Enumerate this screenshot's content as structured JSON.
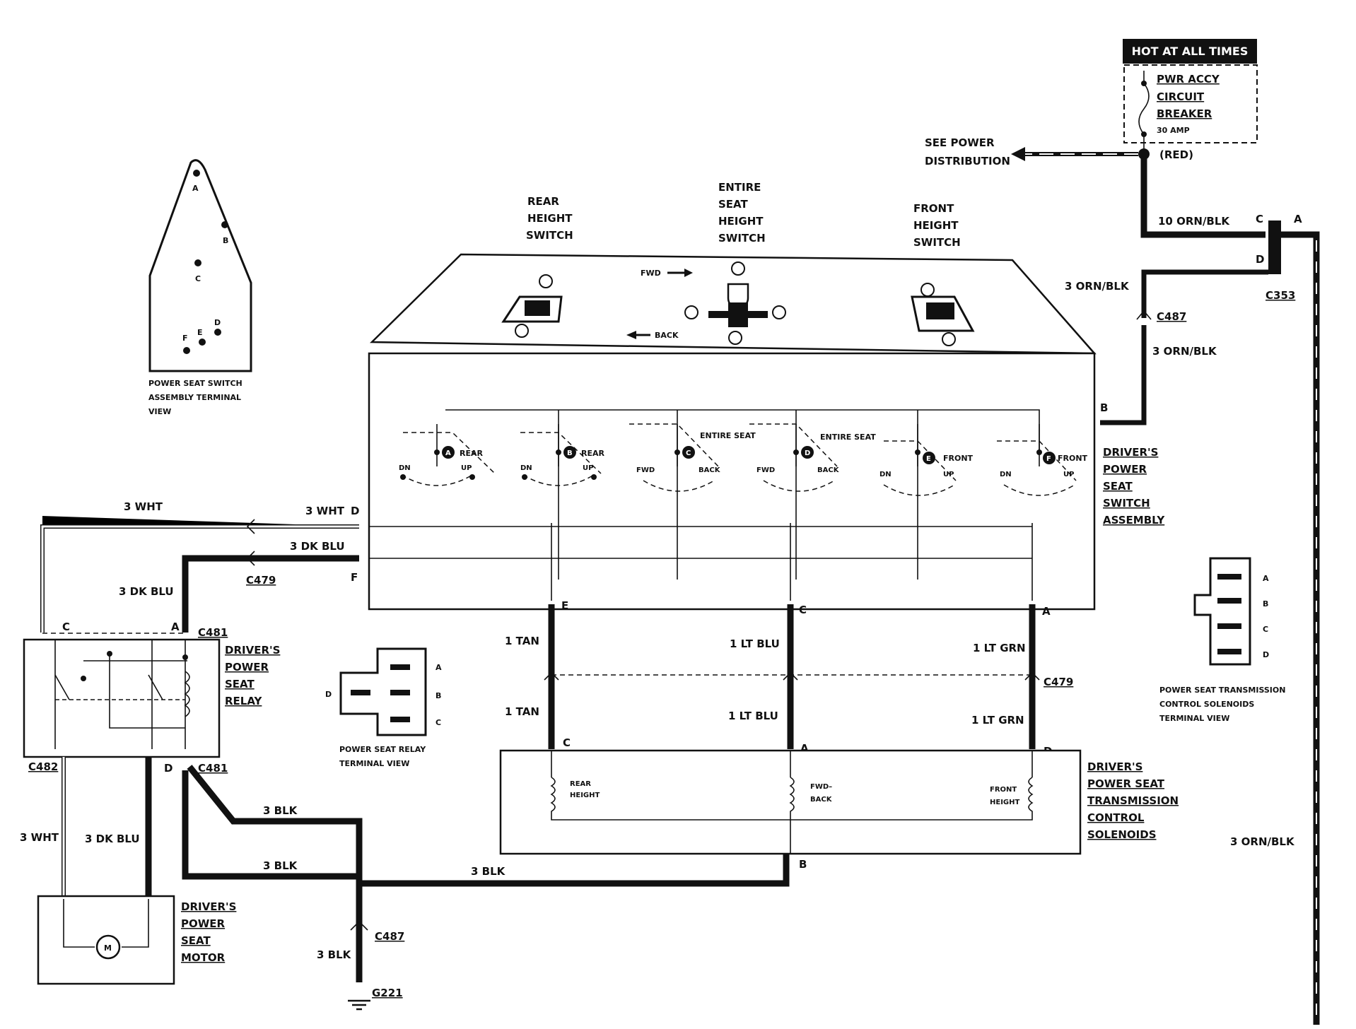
{
  "hot_header": "HOT AT ALL TIMES",
  "breaker": {
    "line1": "PWR ACCY",
    "line2": "CIRCUIT",
    "line3": "BREAKER",
    "rating": "30 AMP"
  },
  "red_label": "(RED)",
  "see_power": {
    "line1": "SEE POWER",
    "line2": "DISTRIBUTION"
  },
  "switch_titles": {
    "rear": [
      "REAR",
      "HEIGHT",
      "SWITCH"
    ],
    "entire": [
      "ENTIRE",
      "SEAT",
      "HEIGHT",
      "SWITCH"
    ],
    "front": [
      "FRONT",
      "HEIGHT",
      "SWITCH"
    ]
  },
  "top_panel": {
    "fwd": "FWD",
    "back": "BACK"
  },
  "switch_terminal_view": {
    "pins": [
      "A",
      "B",
      "C",
      "D",
      "E",
      "F"
    ],
    "caption": [
      "POWER SEAT SWITCH",
      "ASSEMBLY TERMINAL",
      "VIEW"
    ]
  },
  "switch_assembly_label": [
    "DRIVER'S",
    "POWER",
    "SEAT",
    "SWITCH",
    "ASSEMBLY"
  ],
  "switch_contacts": [
    {
      "letter": "A",
      "name": "REAR",
      "left": "DN",
      "right": "UP"
    },
    {
      "letter": "B",
      "name": "REAR",
      "left": "DN",
      "right": "UP"
    },
    {
      "letter": "C",
      "name": "ENTIRE SEAT",
      "left": "FWD",
      "right": "BACK"
    },
    {
      "letter": "D",
      "name": "ENTIRE SEAT",
      "left": "FWD",
      "right": "BACK"
    },
    {
      "letter": "E",
      "name": "FRONT",
      "left": "DN",
      "right": "UP"
    },
    {
      "letter": "F",
      "name": "FRONT",
      "left": "DN",
      "right": "UP"
    }
  ],
  "wires": {
    "orn10": "10 ORN/BLK",
    "orn3": "3 ORN/BLK",
    "wht": "3 WHT",
    "dkblu": "3 DK BLU",
    "blk": "3 BLK",
    "tan": "1 TAN",
    "ltblu": "1 LT BLU",
    "ltgrn": "1 LT GRN"
  },
  "connectors": {
    "c353": "C353",
    "c487": "C487",
    "c479": "C479",
    "c481": "C481",
    "c482": "C482",
    "g221": "G221"
  },
  "pin_letters": [
    "A",
    "B",
    "C",
    "D",
    "E",
    "F"
  ],
  "relay_label": [
    "DRIVER'S",
    "POWER",
    "SEAT",
    "RELAY"
  ],
  "relay_terminal_view": {
    "pins": [
      "A",
      "B",
      "C",
      "D"
    ],
    "caption": [
      "POWER SEAT RELAY",
      "TERMINAL VIEW"
    ]
  },
  "motor_label": [
    "DRIVER'S",
    "POWER",
    "SEAT",
    "MOTOR"
  ],
  "motor_symbol": "M",
  "solenoid_label": [
    "DRIVER'S",
    "POWER SEAT",
    "TRANSMISSION",
    "CONTROL",
    "SOLENOIDS"
  ],
  "solenoid_coils": {
    "rear": [
      "REAR",
      "HEIGHT"
    ],
    "mid": [
      "FWD–",
      "BACK"
    ],
    "front": [
      "FRONT",
      "HEIGHT"
    ]
  },
  "solenoid_terminal_view": {
    "pins": [
      "A",
      "B",
      "C",
      "D"
    ],
    "caption": [
      "POWER SEAT TRANSMISSION",
      "CONTROL SOLENOIDS",
      "TERMINAL VIEW"
    ]
  }
}
